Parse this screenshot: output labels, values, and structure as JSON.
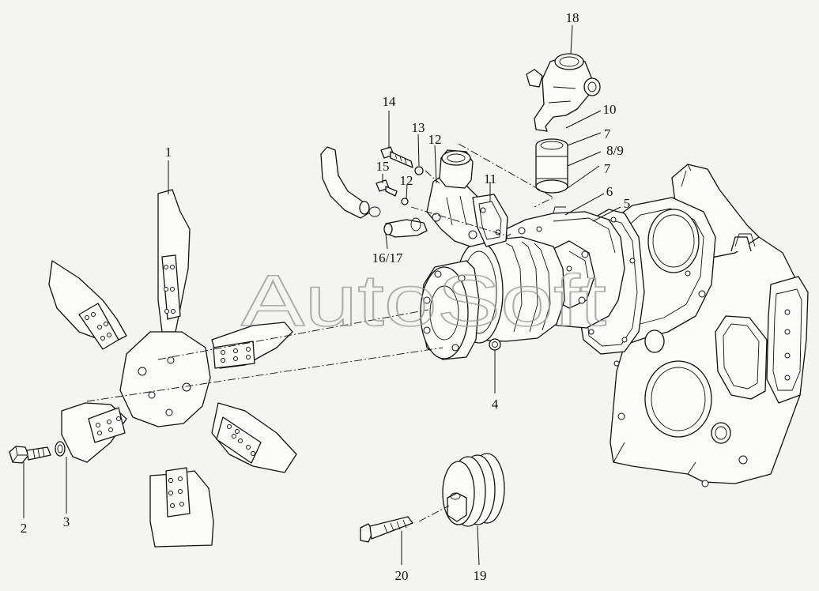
{
  "watermark": "AutoSoft",
  "labels": {
    "l1": "1",
    "l2": "2",
    "l3": "3",
    "l4": "4",
    "l5": "5",
    "l6": "6",
    "l7a": "7",
    "l7b": "7",
    "l89": "8/9",
    "l10": "10",
    "l11": "11",
    "l12a": "12",
    "l12b": "12",
    "l13": "13",
    "l14": "14",
    "l15": "15",
    "l1617": "16/17",
    "l18": "18",
    "l19": "19",
    "l20": "20"
  },
  "colors": {
    "ink": "#111111",
    "paper": "#f4f4f2",
    "watermark": "#9a9a9a"
  }
}
